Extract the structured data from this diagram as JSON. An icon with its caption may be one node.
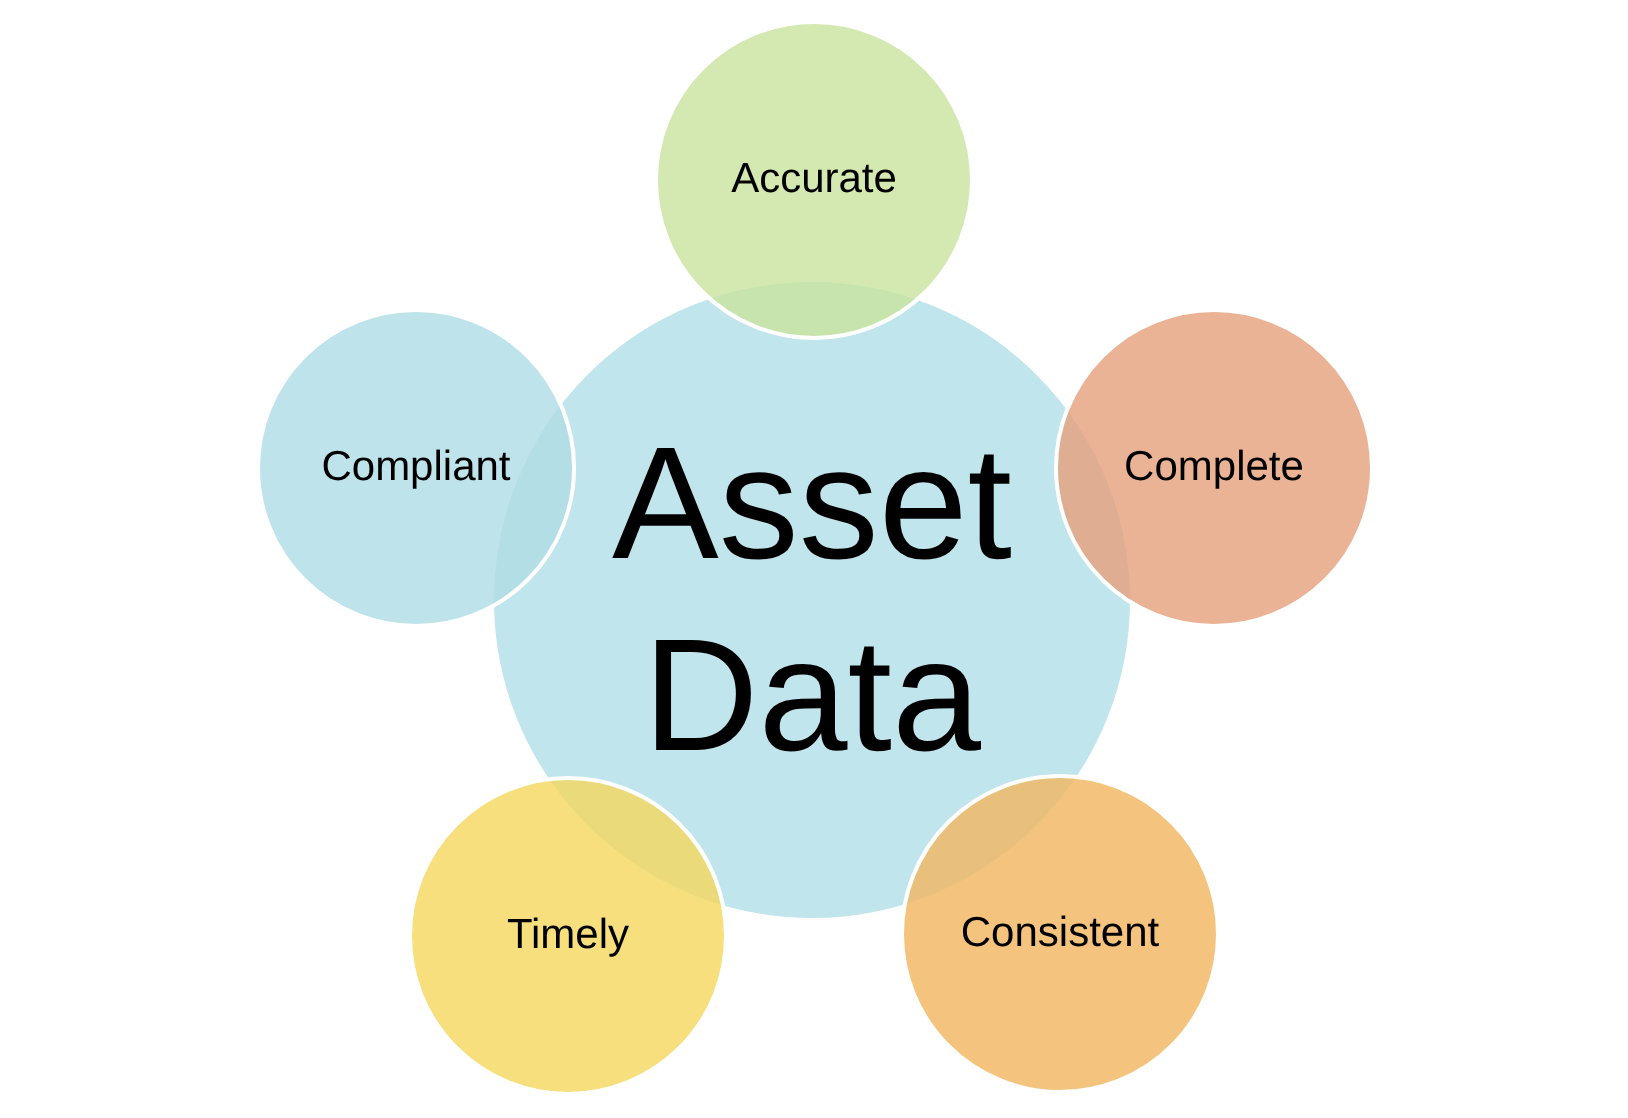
{
  "diagram": {
    "nodes": [
      {
        "text": [
          "Accurate"
        ]
      },
      {
        "text": [
          "Compliant"
        ]
      },
      {
        "text": [
          "Asset Data"
        ]
      },
      {
        "text": [
          "Complete"
        ]
      },
      {
        "text": [
          "Timely"
        ]
      },
      {
        "text": [
          "Consistent"
        ]
      }
    ]
  }
}
